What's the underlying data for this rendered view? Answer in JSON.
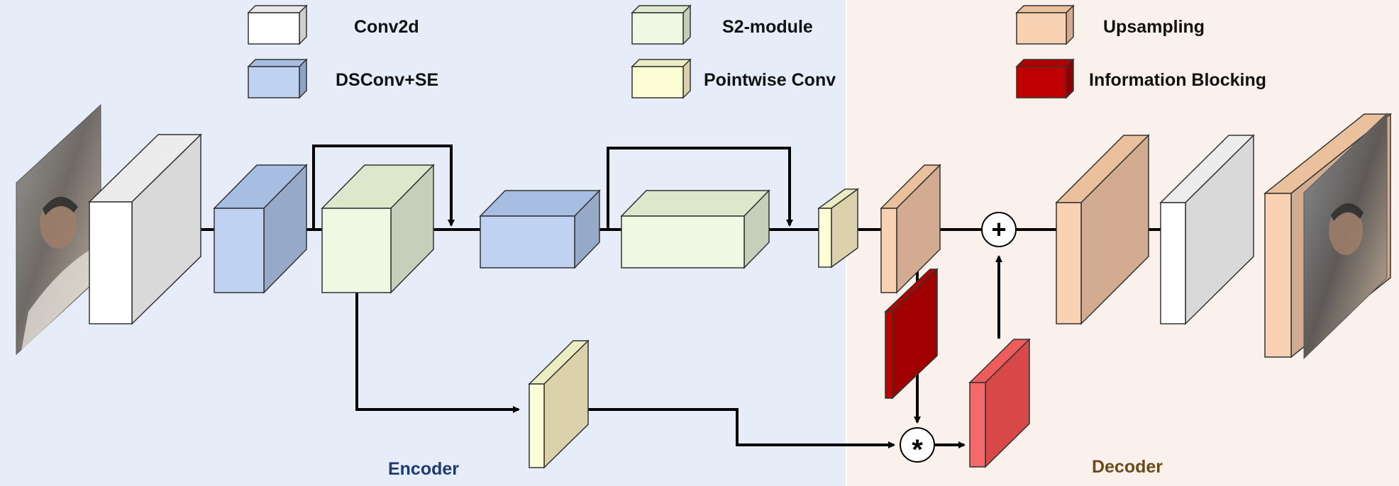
{
  "legend": {
    "conv2d": "Conv2d",
    "dsconv_se": "DSConv+SE",
    "s2_module": "S2-module",
    "pointwise_conv": "Pointwise Conv",
    "upsampling": "Upsampling",
    "information_blocking": "Information Blocking"
  },
  "sections": {
    "encoder": "Encoder",
    "decoder": "Decoder"
  },
  "operators": {
    "add": "+",
    "multiply": "*"
  },
  "colors": {
    "encoder_background": "#e6ecf8",
    "decoder_background": "#fbf1ec",
    "encoder_text": "#1f3a6e",
    "decoder_text": "#6b4a1a",
    "conv2d": "#ffffff",
    "dsconv_se": "#bfd2f2",
    "s2_module": "#eef9e4",
    "pointwise_conv": "#fdfed6",
    "upsampling": "#f8d2b3",
    "information_blocking": "#c00000",
    "information_blocking_light": "#f46a6a"
  }
}
